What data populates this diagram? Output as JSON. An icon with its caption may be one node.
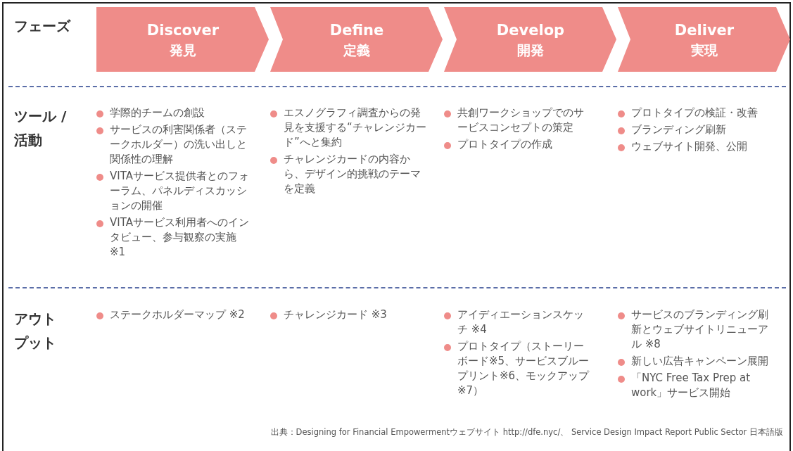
{
  "diagram": {
    "nodes": [
      {
        "text": [
          "Discover",
          "発見"
        ]
      },
      {
        "text": [
          "Define",
          "定義"
        ]
      },
      {
        "text": [
          "Develop",
          "開発"
        ]
      },
      {
        "text": [
          "Deliver",
          "実現"
        ]
      }
    ],
    "labels": [
      "フェーズ",
      "ツール / 活動",
      "学際的チームの創設",
      "サービスの利害関係者（ステークホルダー）の洗い出しと関係性の理解",
      "VITAサービス提供者とのフォーラム、パネルディスカッションの開催",
      "VITAサービス利用者へのインタビュー、参与観察の実施 ※1",
      "エスノグラフィ調査からの発見を支援する“チャレンジカード”へと集約",
      "チャレンジカードの内容から、デザイン的挑戦のテーマを定義",
      "共創ワークショップでのサービスコンセプトの策定",
      "プロトタイプの作成",
      "プロトタイプの検証・改善",
      "ブランディング刷新",
      "ウェブサイト開発、公開",
      "アウトプット",
      "ステークホルダーマップ ※2",
      "チャレンジカード ※3",
      "アイディエーションスケッチ ※4",
      "プロトタイプ（ストーリーボード※5、サービスブループリント※6、モックアップ ※7）",
      "サービスのブランディング刷新とウェブサイトリニューアル ※8",
      "新しい広告キャンペーン展開",
      "「NYC Free Tax Prep at work」サービス開始",
      "出典：Designing for Financial Empowermentウェブサイト http://dfe.nyc/、 Service Design Impact Report Public Sector 日本語版"
    ]
  }
}
